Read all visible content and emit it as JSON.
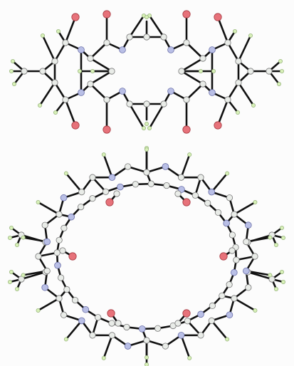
{
  "views": [
    {
      "id": "side-view",
      "description_key": "molecule-side-view"
    },
    {
      "id": "top-view",
      "description_key": "molecule-top-view"
    }
  ],
  "atom_colors": {
    "carbon": "#e9ece8",
    "nitrogen": "#b9bfe6",
    "oxygen": "#e7727a",
    "hydrogen": "#d8f0b8"
  },
  "bond_color": "#111111",
  "background": "#fcfcfc"
}
